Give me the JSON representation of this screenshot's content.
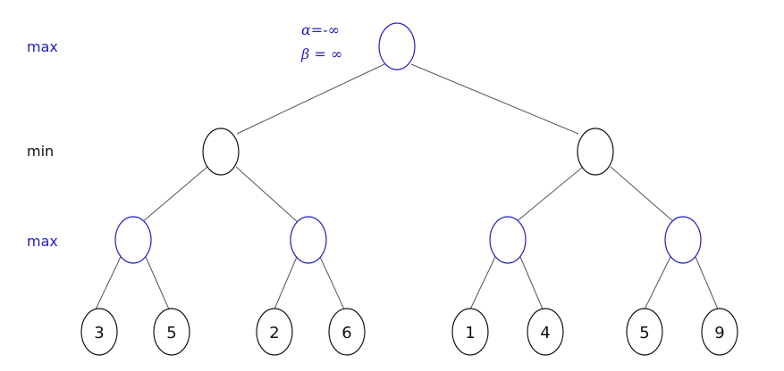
{
  "colors": {
    "blue": "#1f1fbf",
    "black": "#111111",
    "edge": "#555555"
  },
  "level_labels": [
    "max",
    "min",
    "max"
  ],
  "root_annotation": {
    "alpha": "α=-∞",
    "beta": "β = ∞"
  },
  "tree": {
    "levels": [
      "max",
      "min",
      "max",
      "leaf"
    ],
    "leaf_values": [
      "3",
      "5",
      "2",
      "6",
      "1",
      "4",
      "5",
      "9"
    ]
  }
}
